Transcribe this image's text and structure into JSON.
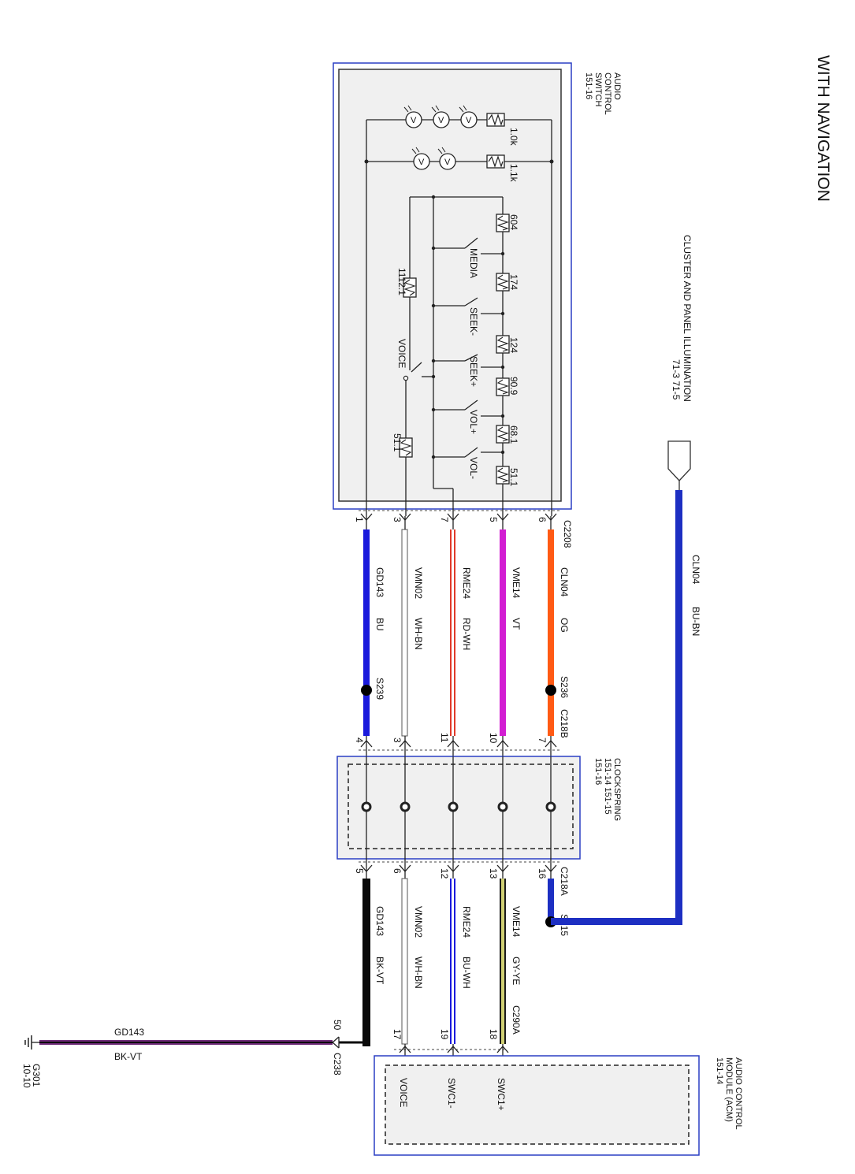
{
  "title": "WITH NAVIGATION",
  "illumination": {
    "label": "CLUSTER AND PANEL ILLUMINATION",
    "refs": "71-3   71-5"
  },
  "audio_control_switch": {
    "name_lines": [
      "AUDIO",
      "CONTROL",
      "SWITCH",
      "151-16"
    ],
    "resistors": {
      "r10k": "1.0k",
      "r11k": "1.1k",
      "r604": "604",
      "r174": "174",
      "r124": "124",
      "r909": "90.9",
      "r681": "68.1",
      "r511": "51.1",
      "r1112": "1112.1",
      "r511b": "51.1"
    },
    "switches": {
      "media": "MEDIA",
      "seek_minus": "SEEK-",
      "seek_plus": "SEEK+",
      "vol_plus": "VOL+",
      "vol_minus": "VOL-",
      "voice": "VOICE"
    }
  },
  "connectors": {
    "c2208": "C2208",
    "c218b": "C218B",
    "c218a": "C218A",
    "c290a": "C290A",
    "c238": "C238"
  },
  "pins": {
    "c2208": [
      "1",
      "3",
      "7",
      "5",
      "6"
    ],
    "c218b": [
      "4",
      "3",
      "11",
      "10",
      "7"
    ],
    "c218a": [
      "5",
      "6",
      "12",
      "13",
      "16"
    ],
    "c290a": [
      "17",
      "19",
      "18"
    ],
    "c238": "50"
  },
  "splices": {
    "s239": "S239",
    "s236": "S236",
    "s215": "S215"
  },
  "wires_upper": [
    {
      "circuit": "GD143",
      "color_code": "BU",
      "hex": "#1a1adc"
    },
    {
      "circuit": "VMN02",
      "color_code": "WH-BN",
      "hex": "#ffffff"
    },
    {
      "circuit": "RME24",
      "color_code": "RD-WH",
      "hex": "#e03a2a"
    },
    {
      "circuit": "VME14",
      "color_code": "VT",
      "hex": "#d21ed2"
    },
    {
      "circuit": "CLN04",
      "color_code": "OG",
      "hex": "#ff5a14"
    }
  ],
  "wire_cln04": {
    "circuit": "CLN04",
    "color_code": "BU-BN",
    "hex": "#1d2fc2"
  },
  "wires_lower": [
    {
      "circuit": "GD143",
      "color_code": "BK-VT",
      "hex": "#0a0a0a"
    },
    {
      "circuit": "VMN02",
      "color_code": "WH-BN",
      "hex": "#ffffff"
    },
    {
      "circuit": "RME24",
      "color_code": "BU-WH",
      "hex": "#1a1adc"
    },
    {
      "circuit": "VME14",
      "color_code": "GY-YE",
      "hex": "#cfcf73"
    }
  ],
  "ground_wire": {
    "circuit": "GD143",
    "color_code": "BK-VT",
    "hex": "#6e2a78"
  },
  "clockspring": {
    "name_lines": [
      "CLOCKSPRING",
      "151-14   151-15",
      "151-16"
    ]
  },
  "acm": {
    "name_lines": [
      "AUDIO CONTROL",
      "MODULE (ACM)",
      "151-14"
    ],
    "pin_labels": [
      "VOICE",
      "SWC1-",
      "SWC1+"
    ]
  },
  "ground": {
    "name": "G301",
    "ref": "10-10"
  }
}
